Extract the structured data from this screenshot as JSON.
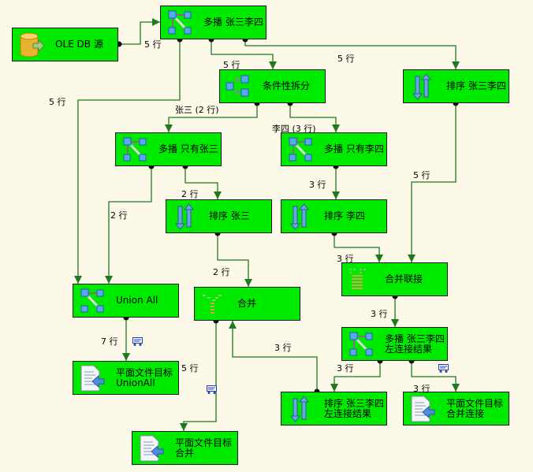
{
  "components": [
    {
      "id": "ole",
      "line1": "OLE DB 源",
      "line2": "",
      "icon": "database-source-icon"
    },
    {
      "id": "mc1",
      "line1": "多播 张三李四",
      "line2": "",
      "icon": "multicast-icon"
    },
    {
      "id": "split",
      "line1": "条件性拆分",
      "line2": "",
      "icon": "conditional-split-icon"
    },
    {
      "id": "sort_all",
      "line1": "排序 张三李四",
      "line2": "",
      "icon": "sort-icon"
    },
    {
      "id": "mc_zs",
      "line1": "多播 只有张三",
      "line2": "",
      "icon": "multicast-icon"
    },
    {
      "id": "mc_ls",
      "line1": "多播 只有李四",
      "line2": "",
      "icon": "multicast-icon"
    },
    {
      "id": "sort_zs",
      "line1": "排序 张三",
      "line2": "",
      "icon": "sort-icon"
    },
    {
      "id": "sort_ls",
      "line1": "排序 李四",
      "line2": "",
      "icon": "sort-icon"
    },
    {
      "id": "mergejoin",
      "line1": "合并联接",
      "line2": "",
      "icon": "merge-join-icon"
    },
    {
      "id": "union",
      "line1": "Union All",
      "line2": "",
      "icon": "union-all-icon"
    },
    {
      "id": "merge",
      "line1": "合并",
      "line2": "",
      "icon": "merge-icon"
    },
    {
      "id": "mc_left",
      "line1": "多播 张三李四",
      "line2": "左连接结果",
      "icon": "multicast-icon"
    },
    {
      "id": "ff_union",
      "line1": "平面文件目标",
      "line2": "UnionAll",
      "icon": "flat-file-destination-icon"
    },
    {
      "id": "sort_left",
      "line1": "排序 张三李四",
      "line2": "左连接结果",
      "icon": "sort-icon"
    },
    {
      "id": "ff_mj",
      "line1": "平面文件目标",
      "line2": "合并连接",
      "icon": "flat-file-destination-icon"
    },
    {
      "id": "ff_merge",
      "line1": "平面文件目标",
      "line2": "合并",
      "icon": "flat-file-destination-icon"
    }
  ],
  "path_labels": [
    "5 行",
    "5 行",
    "5 行",
    "5 行",
    "张三 (2 行)",
    "李四 (3 行)",
    "2 行",
    "2 行",
    "2 行",
    "3 行",
    "3 行",
    "5 行",
    "3 行",
    "7 行",
    "5 行",
    "3 行",
    "3 行",
    "3 行"
  ],
  "colors": {
    "background": "#fdf9e9",
    "component": "#00ea00",
    "wire": "#1f7a1f"
  }
}
